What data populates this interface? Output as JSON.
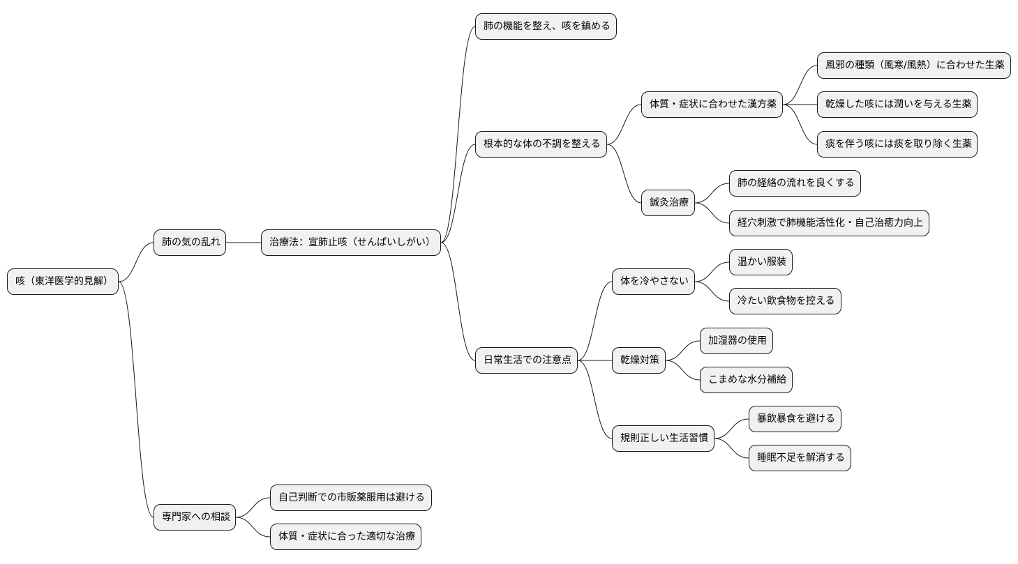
{
  "mindmap": {
    "root": "咳（東洋医学的見解）",
    "b1": "肺の気の乱れ",
    "b1_1": "治療法：宣肺止咳（せんぱいしがい）",
    "b1_1_1": "肺の機能を整え、咳を鎮める",
    "b1_1_2": "根本的な体の不調を整える",
    "b1_1_2_1": "体質・症状に合わせた漢方薬",
    "b1_1_2_1_1": "風邪の種類（風寒/風熱）に合わせた生薬",
    "b1_1_2_1_2": "乾燥した咳には潤いを与える生薬",
    "b1_1_2_1_3": "痰を伴う咳には痰を取り除く生薬",
    "b1_1_2_2": "鍼灸治療",
    "b1_1_2_2_1": "肺の経絡の流れを良くする",
    "b1_1_2_2_2": "経穴刺激で肺機能活性化・自己治癒力向上",
    "b1_1_3": "日常生活での注意点",
    "b1_1_3_1": "体を冷やさない",
    "b1_1_3_1_1": "温かい服装",
    "b1_1_3_1_2": "冷たい飲食物を控える",
    "b1_1_3_2": "乾燥対策",
    "b1_1_3_2_1": "加湿器の使用",
    "b1_1_3_2_2": "こまめな水分補給",
    "b1_1_3_3": "規則正しい生活習慣",
    "b1_1_3_3_1": "暴飲暴食を避ける",
    "b1_1_3_3_2": "睡眠不足を解消する",
    "b2": "専門家への相談",
    "b2_1": "自己判断での市販薬服用は避ける",
    "b2_2": "体質・症状に合った適切な治療"
  }
}
